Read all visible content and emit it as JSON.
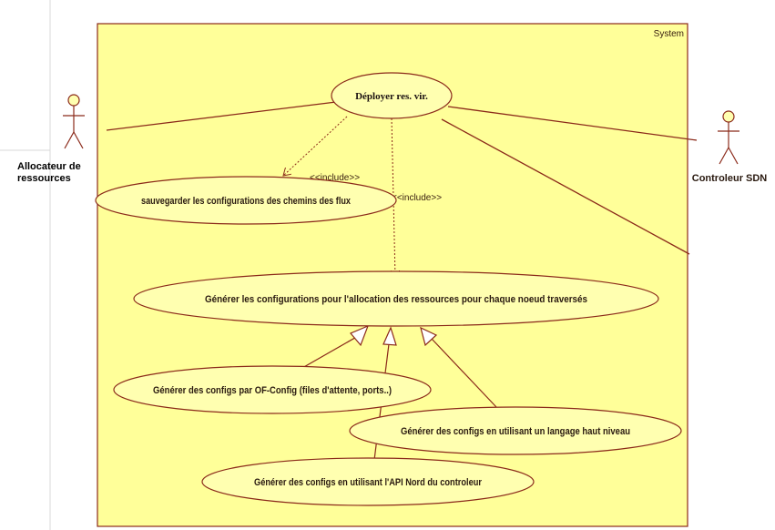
{
  "system": {
    "label": "System"
  },
  "actors": {
    "left": {
      "name_line1": "Allocateur de",
      "name_line2": "ressources"
    },
    "right": {
      "name": "Controleur SDN"
    }
  },
  "use_cases": {
    "deploy": "Déployer res. vir.",
    "save": "sauvegarder les configurations des chemins des flux",
    "generate": "Générer les configurations pour l'allocation des ressources pour chaque noeud traversés",
    "ofconfig": "Générer des configs par OF-Config (files d'attente, ports..)",
    "highlevel": "Générer des configs en utilisant un langage haut niveau",
    "northapi": "Générer des configs en utilisant l'API Nord du controleur"
  },
  "relations": {
    "include_1": "<<include>>",
    "include_2": "<<include>>"
  },
  "colors": {
    "system_fill": "#ffff99",
    "stroke": "#8b2a1a",
    "ellipse_fill": "#ffffb0",
    "background": "#ffffff"
  }
}
